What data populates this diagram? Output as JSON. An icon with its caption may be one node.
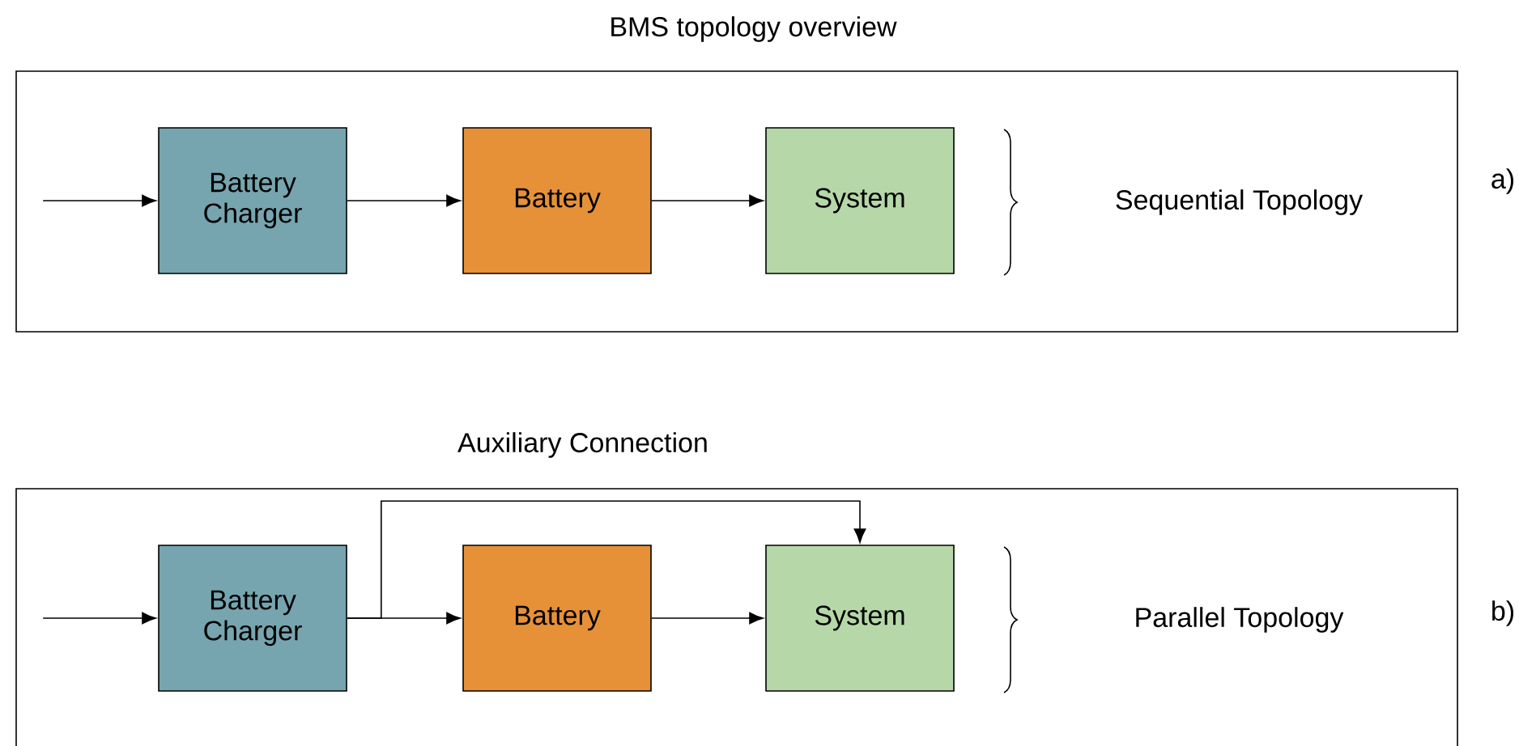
{
  "diagram": {
    "title": "BMS topology overview",
    "nodes": [
      {
        "text": [
          "Sequential Topology"
        ],
        "beside": [
          "a)"
        ]
      },
      {
        "text": [
          "Battery Charger"
        ],
        "in": 0
      },
      {
        "text": [
          "Battery"
        ],
        "in": 0
      },
      {
        "text": [
          "System"
        ],
        "in": 0
      },
      {
        "text": [
          "Parallel Topology"
        ],
        "beside": [
          "b)"
        ]
      },
      {
        "text": [
          "Battery Charger"
        ],
        "in": 4
      },
      {
        "text": [
          "Battery"
        ],
        "in": 4
      },
      {
        "text": [
          "System"
        ],
        "in": 4
      }
    ],
    "edges": [
      {
        "from": null,
        "to": 1,
        "arrow": "to"
      },
      {
        "from": 1,
        "to": 2,
        "arrow": "to"
      },
      {
        "from": 2,
        "to": 3,
        "arrow": "to"
      },
      {
        "from": null,
        "to": 5,
        "arrow": "to"
      },
      {
        "from": 5,
        "to": 6,
        "arrow": "to"
      },
      {
        "from": 6,
        "to": 7,
        "arrow": "to"
      },
      {
        "from": 5,
        "to": 7,
        "arrow": "to"
      }
    ],
    "labels": [
      "Auxiliary Connection"
    ]
  }
}
